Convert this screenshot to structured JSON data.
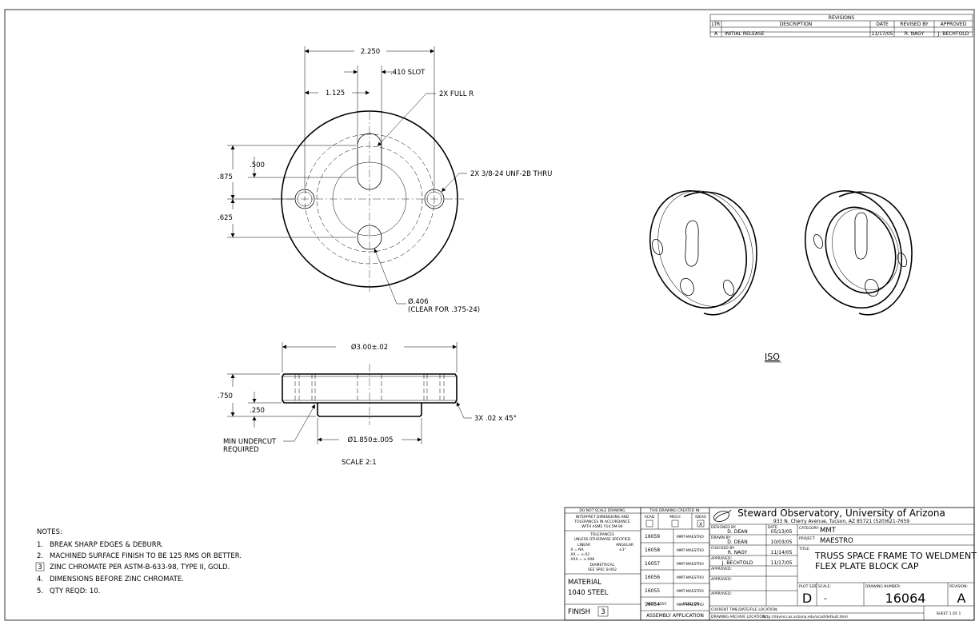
{
  "revisions": {
    "heading": "REVISIONS",
    "headers": [
      "LTR",
      "DESCRIPTION",
      "DATE",
      "REVISED BY",
      "APPROVED"
    ],
    "rows": [
      {
        "ltr": "A",
        "description": "INITIAL RELEASE",
        "date": "11/17/05",
        "revised_by": "R. NAGY",
        "approved": "J. BECHTOLD"
      }
    ]
  },
  "top_view": {
    "dim_overall": "2.250",
    "dim_slot": ".410 SLOT",
    "dim_half": "1.125",
    "note_full_r": "2X FULL R",
    "dim_500": ".500",
    "dim_875": ".875",
    "dim_625": ".625",
    "note_thread": "2X 3/8-24 UNF-2B THRU",
    "note_hole_dia": "Ø.406",
    "note_hole_clear": "(CLEAR FOR .375-24)"
  },
  "side_view": {
    "dim_outer": "Ø3.00±.02",
    "dim_750": ".750",
    "dim_250": ".250",
    "dim_inner": "Ø1.850±.005",
    "note_chamfer": "3X .02 x 45°",
    "note_undercut_1": "MIN UNDERCUT",
    "note_undercut_2": "REQUIRED",
    "scale": "SCALE 2:1"
  },
  "iso_label": "ISO",
  "notes": {
    "heading": "NOTES:",
    "items": [
      {
        "num": "1.",
        "text": "BREAK SHARP EDGES & DEBURR."
      },
      {
        "num": "2.",
        "text": "MACHINED SURFACE FINISH TO BE 125 RMS OR BETTER."
      },
      {
        "num": "3",
        "text": "ZINC CHROMATE PER ASTM-B-633-98, TYPE II, GOLD."
      },
      {
        "num": "4.",
        "text": "DIMENSIONS BEFORE ZINC CHROMATE."
      },
      {
        "num": "5.",
        "text": "QTY REQD: 10."
      }
    ]
  },
  "title_block": {
    "do_not_scale": "DO NOT SCALE DRAWING",
    "interpret_1": "INTERPRET DIMENSIONS AND",
    "interpret_2": "TOLERANCES IN ACCORDANCE",
    "interpret_3": "WITH ASME Y14.5M-94",
    "tolerances_heading": "TOLERANCES",
    "tolerances_sub": "UNLESS OTHERWISE SPECIFIED",
    "linear_label": "LINEAR",
    "angular_label": "ANGULAR",
    "tol_x": ".X   = NA",
    "tol_xx": ".XX  = ±.02",
    "tol_xxx": ".XXX = ±.008",
    "tol_angular": "±1°",
    "diametrical_1": "DIAMETRICAL",
    "diametrical_2": "SEE SPEC 8-002",
    "material_label": "MATERIAL",
    "material_value": "1040 STEEL",
    "finish_label": "FINISH",
    "finish_value": "3",
    "created_in": "THIS DRAWING CREATED IN:",
    "software": [
      "ACAD",
      "MECH",
      "IDEAS"
    ],
    "software_checked": "X",
    "assemblies": [
      {
        "num": "16059",
        "name": "MMT-MAESTRO"
      },
      {
        "num": "16058",
        "name": "MMT-MAESTRO"
      },
      {
        "num": "16057",
        "name": "MMT-MAESTRO"
      },
      {
        "num": "16056",
        "name": "MMT-MAESTRO"
      },
      {
        "num": "16055",
        "name": "MMT-MAESTRO"
      },
      {
        "num": "16054",
        "name": "MMT-MAESTRO"
      }
    ],
    "next_assy": "NEXT ASSY",
    "used_on": "USED ON",
    "assembly_application": "ASSEMBLY APPLICATION",
    "org_name": "Steward Observatory, University of Arizona",
    "org_address": "933 N. Cherry Avenue, Tucson, AZ  85721  (520)621-7659",
    "designed_by_label": "DESIGNED BY:",
    "designed_by": "D. DEAN",
    "date_label": "DATE:",
    "designed_date": "05/13/05",
    "drawn_by_label": "DRAWN BY:",
    "drawn_by": "D. DEAN",
    "drawn_date": "10/03/05",
    "checked_by_label": "CHECKED BY:",
    "checked_by": "R. NAGY",
    "checked_date": "11/14/05",
    "approved_label": "APPROVED:",
    "approved_by": "J. BECHTOLD",
    "approved_date": "11/17/05",
    "category_label": "CATEGORY:",
    "category": "MMT",
    "project_label": "PROJECT:",
    "project": "MAESTRO",
    "title_label": "TITLE:",
    "title_line_1": "TRUSS SPACE FRAME TO WELDMENT",
    "title_line_2": "FLEX PLATE BLOCK CAP",
    "plot_size_label": "PLOT SIZE",
    "plot_size": "D",
    "scale_label": "SCALE:",
    "scale": "-",
    "drawing_number_label": "DRAWING NUMBER:",
    "drawing_number": "16064",
    "revision_label": "REVISION:",
    "revision": "A",
    "file_location_label": "CURRENT TIME/DATE/FILE LOCATION:",
    "archive_location_label": "DRAWING ARCHIVE LOCATION:",
    "archive_location": "http://davinci.as.arizona.edu/ocad/default.html",
    "sheet": "SHEET 1 OF 1"
  }
}
